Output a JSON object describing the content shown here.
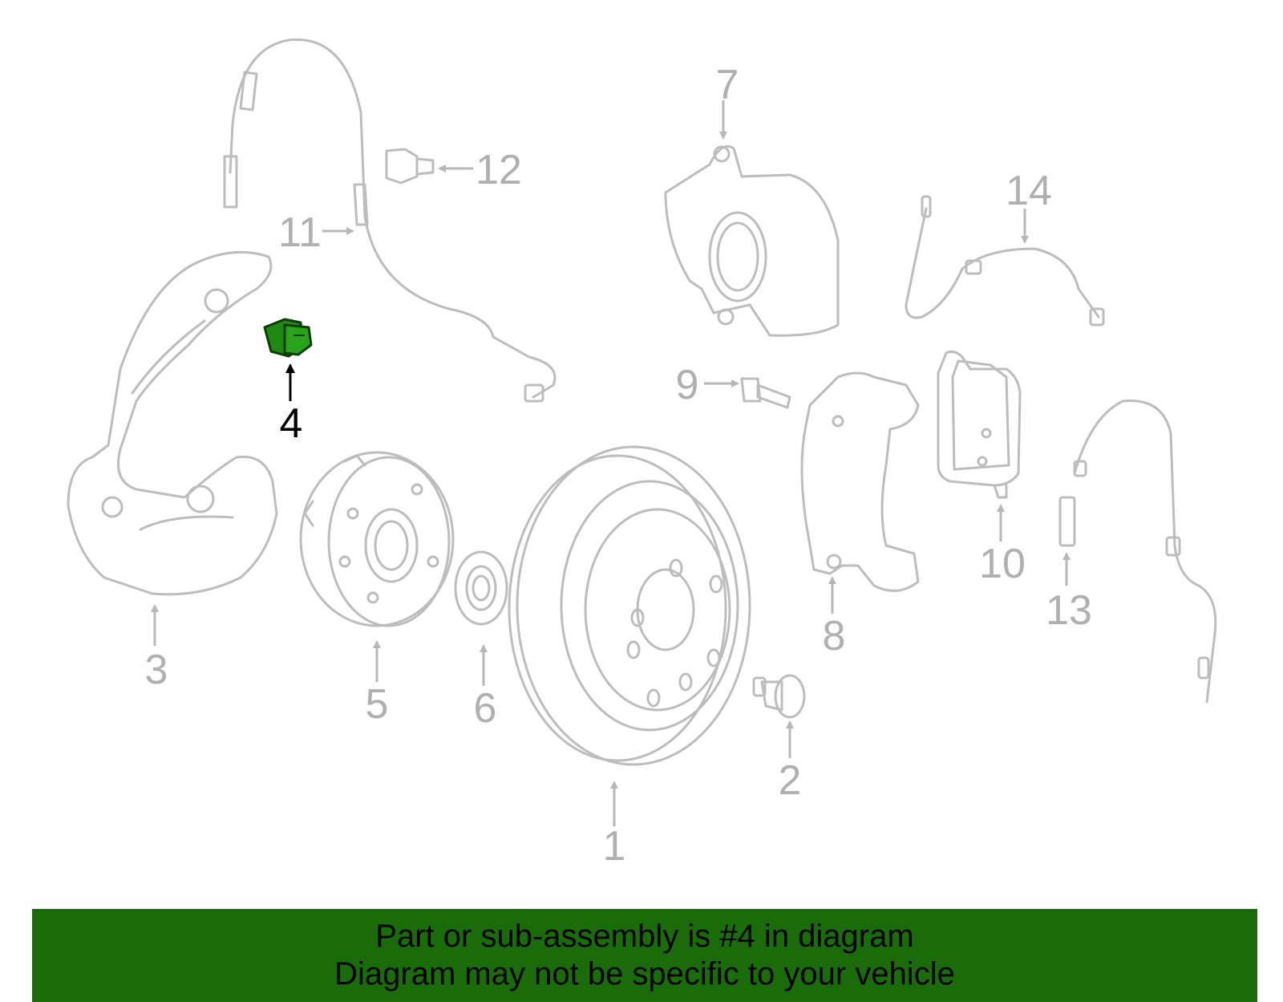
{
  "callouts": [
    "1",
    "2",
    "3",
    "4",
    "5",
    "6",
    "7",
    "8",
    "9",
    "10",
    "11",
    "12",
    "13",
    "14"
  ],
  "highlighted_callout": "4",
  "colors": {
    "banner_background": "#1a6b0a",
    "highlight_part": "#1e8a14",
    "part_outline": "#bdbdbd",
    "callout_gray": "#b0b0b0"
  },
  "banner": {
    "line1": "Part or sub-assembly is #4 in diagram",
    "line2": "Diagram may not be specific to your vehicle"
  }
}
